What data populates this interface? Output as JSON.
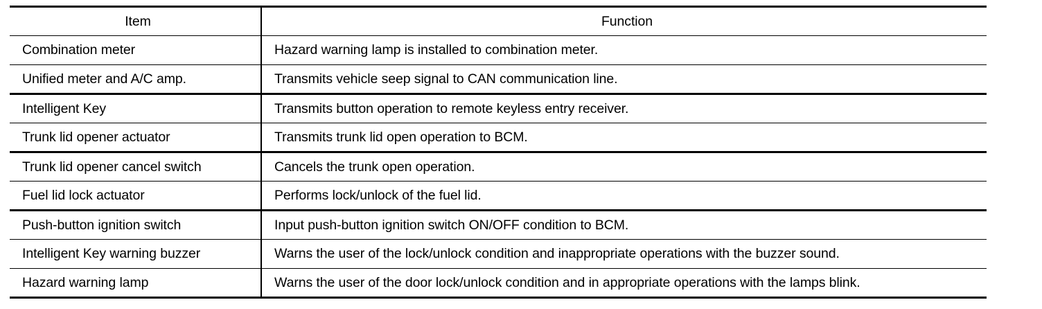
{
  "table": {
    "columns": [
      {
        "key": "item",
        "label": "Item"
      },
      {
        "key": "function",
        "label": "Function"
      }
    ],
    "rows": [
      {
        "item": "Combination meter",
        "function": "Hazard warning lamp is installed to combination meter."
      },
      {
        "item": "Unified meter and A/C amp.",
        "function": "Transmits vehicle seep signal to CAN communication line."
      },
      {
        "item": "Intelligent Key",
        "function": "Transmits button operation to remote keyless entry receiver."
      },
      {
        "item": "Trunk lid opener actuator",
        "function": "Transmits trunk lid open operation to BCM."
      },
      {
        "item": "Trunk lid opener cancel switch",
        "function": "Cancels the trunk open operation."
      },
      {
        "item": "Fuel lid lock actuator",
        "function": "Performs lock/unlock of the fuel lid."
      },
      {
        "item": "Push-button ignition switch",
        "function": "Input push-button ignition switch ON/OFF condition to BCM."
      },
      {
        "item": "Intelligent Key warning buzzer",
        "function": "Warns the user of the lock/unlock condition and inappropriate operations with the buzzer sound."
      },
      {
        "item": "Hazard warning lamp",
        "function": "Warns the user of the door lock/unlock condition and in appropriate operations with the lamps blink."
      }
    ]
  },
  "style": {
    "rule_color": "#000000",
    "text_color": "#000000",
    "background": "#ffffff"
  }
}
